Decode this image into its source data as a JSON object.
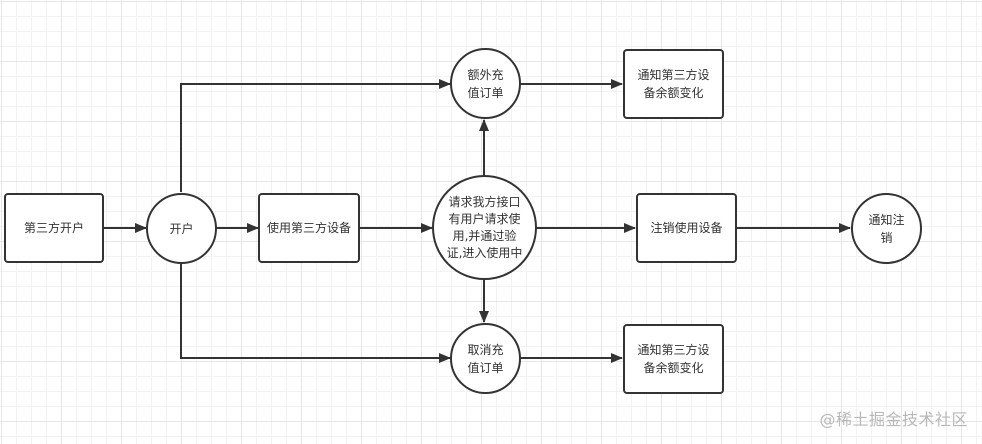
{
  "diagram": {
    "nodes": {
      "third_party_open": {
        "label": "第三方开户",
        "shape": "rectangle"
      },
      "open_account": {
        "label": "开户",
        "shape": "circle"
      },
      "use_device": {
        "label": "使用第三方设备",
        "shape": "rectangle"
      },
      "request_api": {
        "label": "请求我方接口有用户请求使用,并通过验证,进入使用中",
        "shape": "circle"
      },
      "extra_recharge": {
        "label": "额外充值订单",
        "shape": "circle"
      },
      "notify_balance_top": {
        "label": "通知第三方设备余额变化",
        "shape": "rectangle"
      },
      "cancel_recharge": {
        "label": "取消充值订单",
        "shape": "circle"
      },
      "notify_balance_bottom": {
        "label": "通知第三方设备余额变化",
        "shape": "rectangle"
      },
      "cancel_device": {
        "label": "注销使用设备",
        "shape": "rectangle"
      },
      "notify_cancel": {
        "label": "通知注销",
        "shape": "circle"
      }
    },
    "edges": [
      {
        "from": "第三方开户",
        "to": "开户"
      },
      {
        "from": "开户",
        "to": "使用第三方设备"
      },
      {
        "from": "开户",
        "to": "额外充值订单"
      },
      {
        "from": "开户",
        "to": "取消充值订单"
      },
      {
        "from": "使用第三方设备",
        "to": "请求我方接口有用户请求使用,并通过验证,进入使用中"
      },
      {
        "from": "请求我方接口有用户请求使用,并通过验证,进入使用中",
        "to": "额外充值订单"
      },
      {
        "from": "请求我方接口有用户请求使用,并通过验证,进入使用中",
        "to": "取消充值订单"
      },
      {
        "from": "请求我方接口有用户请求使用,并通过验证,进入使用中",
        "to": "注销使用设备"
      },
      {
        "from": "额外充值订单",
        "to": "通知第三方设备余额变化"
      },
      {
        "from": "取消充值订单",
        "to": "通知第三方设备余额变化"
      },
      {
        "from": "注销使用设备",
        "to": "通知注销"
      }
    ],
    "colors": {
      "stroke": "#333333",
      "grid": "#e6e6e6",
      "background": "#ffffff"
    }
  },
  "watermark": "@稀土掘金技术社区"
}
